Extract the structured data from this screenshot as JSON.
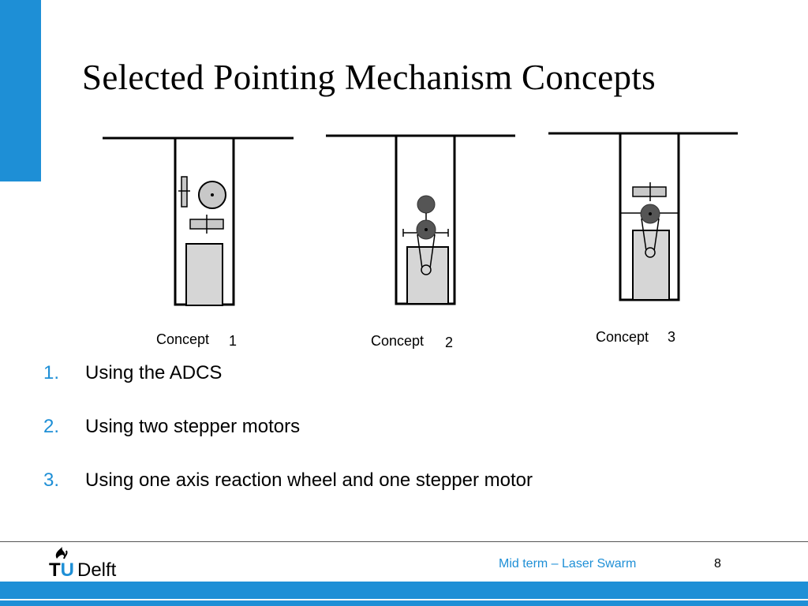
{
  "slide": {
    "title": "Selected Pointing Mechanism Concepts",
    "page_number": "8",
    "footer_text": "Mid term – Laser Swarm"
  },
  "diagram": {
    "concepts": [
      {
        "label": "Concept",
        "number": "1"
      },
      {
        "label": "Concept",
        "number": "2"
      },
      {
        "label": "Concept",
        "number": "3"
      }
    ]
  },
  "bullets": [
    {
      "number": "1.",
      "text": "Using the ADCS"
    },
    {
      "number": "2.",
      "text": "Using two stepper motors"
    },
    {
      "number": "3.",
      "text": "Using one axis reaction wheel and one stepper motor"
    }
  ],
  "logo": {
    "tu": "TU",
    "delft": "Delft",
    "icon": "flame-icon"
  },
  "colors": {
    "accent": "#1e8fd6",
    "text": "#000000",
    "component_fill": "#c8c8c8",
    "wheel_fill": "#555555"
  }
}
